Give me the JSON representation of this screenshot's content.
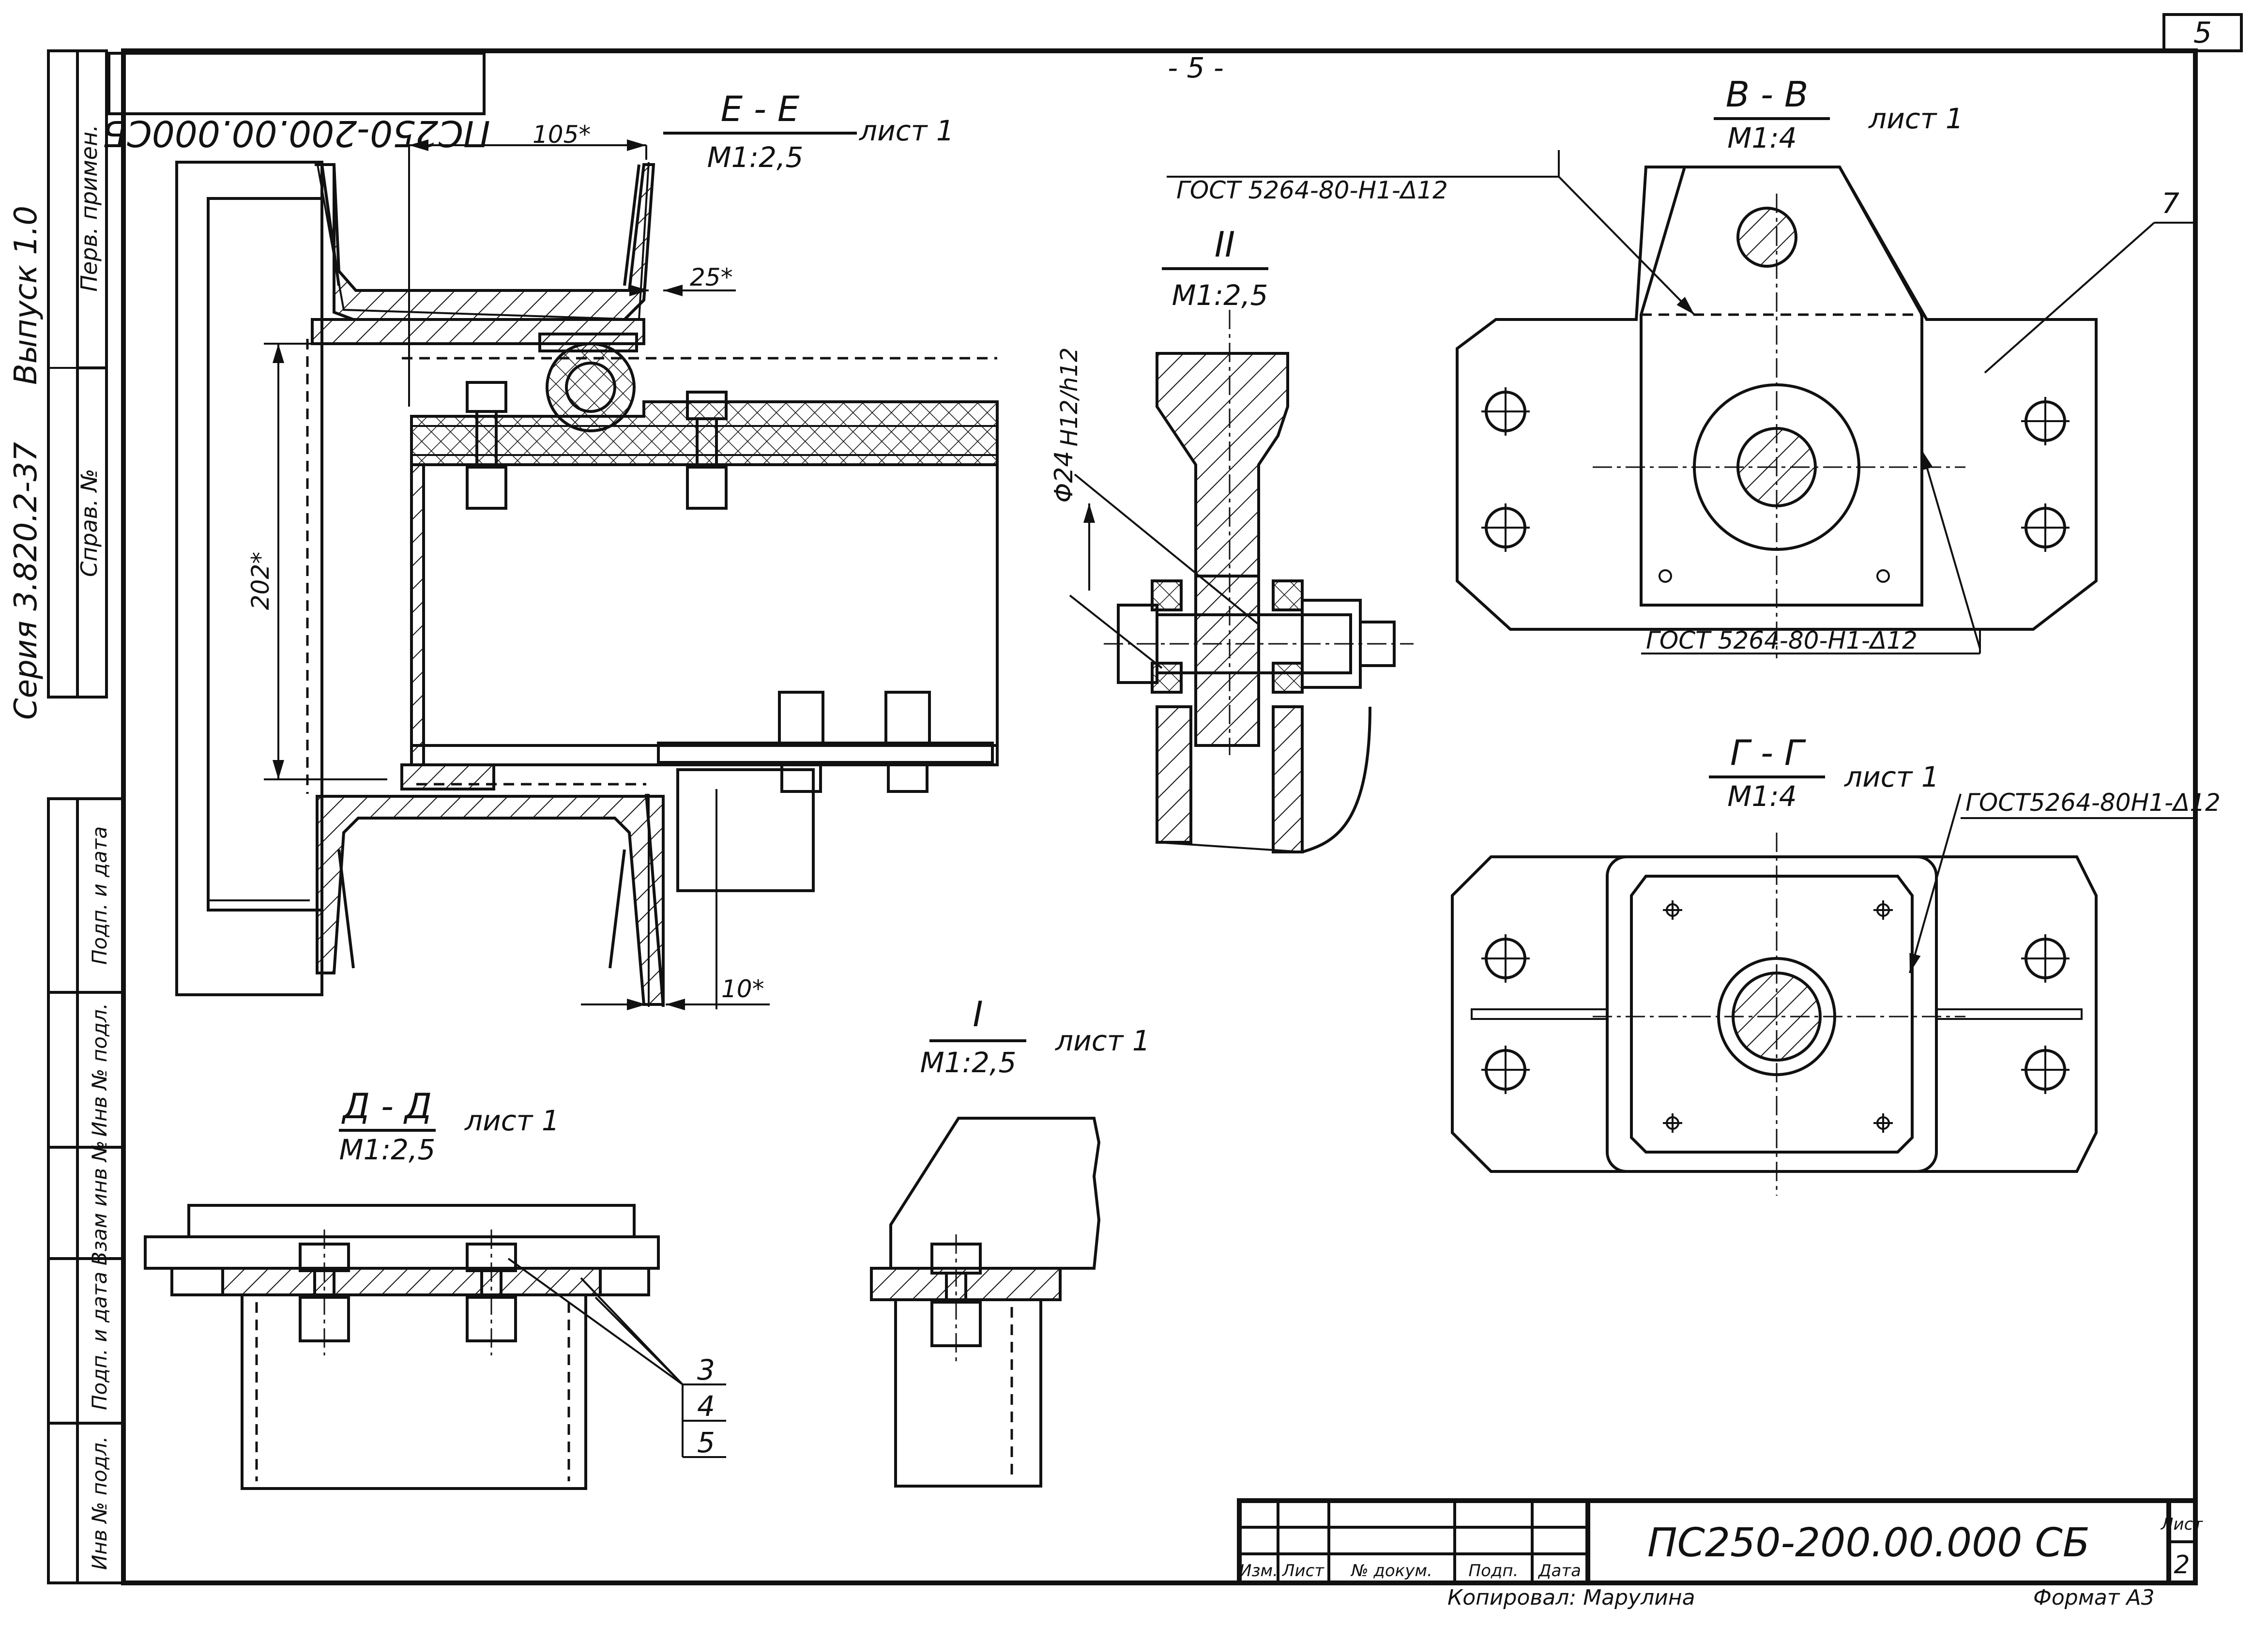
{
  "page_number": "5",
  "page_mark": "- 5 -",
  "doc_code_top": "ПС250-200.00.000СБ",
  "left_margin": {
    "vypusk": "Выпуск 1.0",
    "seriya": "Серия 3.820.2-37",
    "perv_primen": "Перв. примен.",
    "sprav_no": "Справ. №",
    "podp_data": "Подп. и дата",
    "inv_no_podl": "Инв № подл.",
    "vzam_inv": "Взам инв №",
    "podp_data2": "Подп. и дата",
    "inv_no_podl2": "Инв № подл."
  },
  "views": {
    "ee": {
      "title": "Е - Е",
      "scale": "М1:2,5",
      "sheet": "лист 1",
      "dim_105": "105*",
      "dim_25": "25*",
      "dim_202": "202*",
      "dim_10": "10*"
    },
    "vv": {
      "title": "В - В",
      "scale": "М1:4",
      "sheet": "лист 1",
      "gost_top": "ГОСТ 5264-80-Н1-Δ12",
      "gost_bottom": "ГОСТ 5264-80-Н1-Δ12",
      "pos": "7"
    },
    "ii": {
      "title": "II",
      "scale": "М1:2,5",
      "dia": "Φ24",
      "fit": "Н12/h12"
    },
    "gg": {
      "title": "Г - Г",
      "scale": "М1:4",
      "sheet": "лист 1",
      "gost": "ГОСТ5264-80Н1-Δ12"
    },
    "i": {
      "title": "I",
      "scale": "М1:2,5",
      "sheet": "лист 1"
    },
    "dd": {
      "title": "Д - Д",
      "scale": "М1:2,5",
      "sheet": "лист 1",
      "pos": [
        "3",
        "4",
        "5"
      ]
    }
  },
  "title_block": {
    "doc_code": "ПС250-200.00.000 СБ",
    "headers": [
      "Изм.",
      "Лист",
      "№ докум.",
      "Подп.",
      "Дата"
    ],
    "list_label": "Лист",
    "list_no": "2",
    "copied": "Копировал: Марулина",
    "format": "Формат А3"
  }
}
